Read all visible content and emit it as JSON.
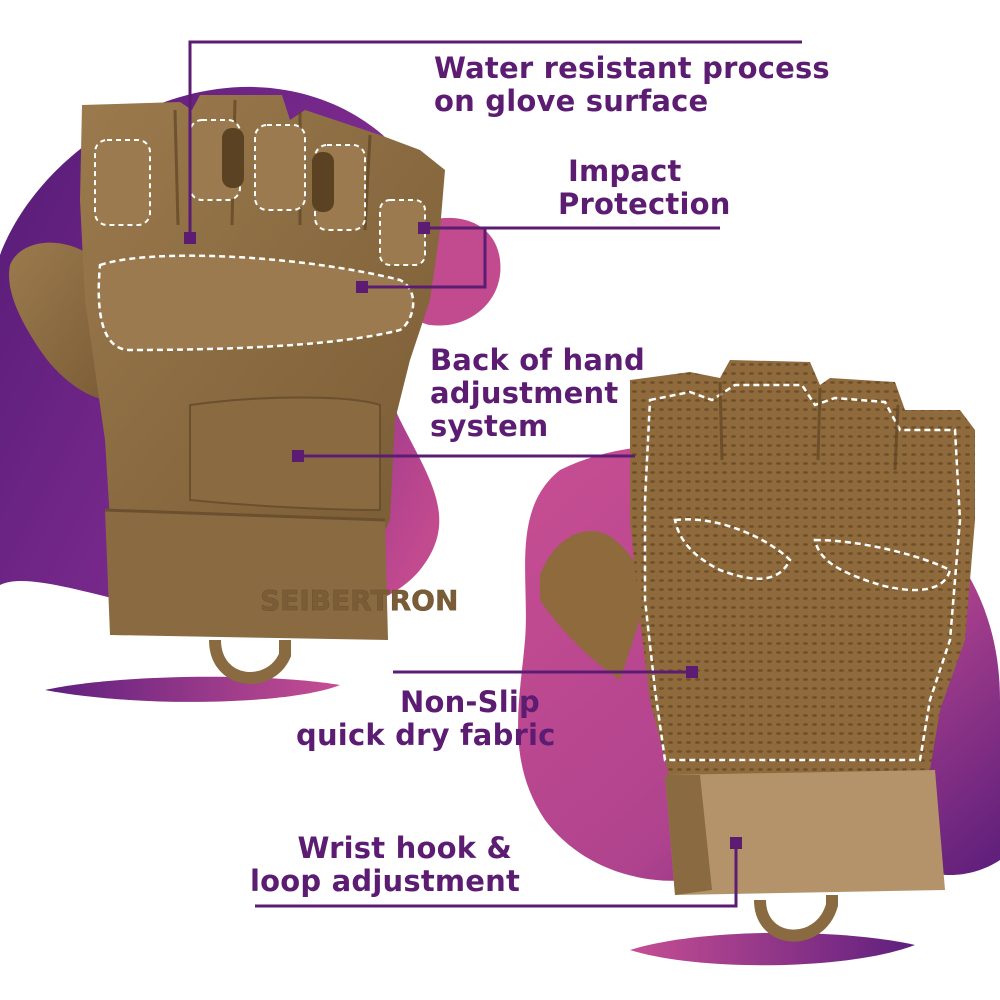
{
  "colors": {
    "accent": "#5b1c72",
    "blob_purple": "#6a2487",
    "blob_pink": "#c24a8f",
    "glove_brown": "#8f6f44",
    "stitch": "#ffffff"
  },
  "brand_print": "SEIBERTRON",
  "callouts": {
    "water_resistant": {
      "line1": "Water resistant process",
      "line2": "on glove surface"
    },
    "impact_protection": {
      "line1": "Impact",
      "line2": "Protection"
    },
    "back_of_hand": {
      "line1": "Back of hand",
      "line2": "adjustment",
      "line3": "system"
    },
    "non_slip": {
      "line1": "Non-Slip",
      "line2": "quick dry fabric"
    },
    "wrist_hook": {
      "line1": "Wrist hook &",
      "line2": "loop adjustment"
    }
  }
}
